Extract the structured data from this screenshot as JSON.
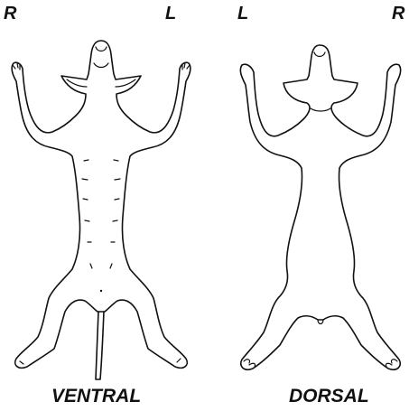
{
  "labels": {
    "ventral_right": "R",
    "ventral_left": "L",
    "dorsal_left": "L",
    "dorsal_right": "R"
  },
  "captions": {
    "ventral": "VENTRAL",
    "dorsal": "DORSAL"
  },
  "colors": {
    "ink": "#111111",
    "background": "#ffffff"
  }
}
